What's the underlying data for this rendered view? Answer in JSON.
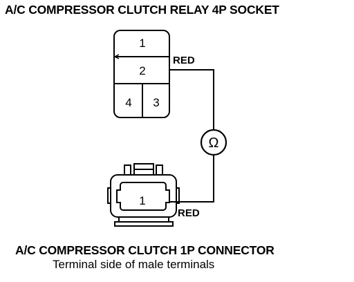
{
  "relay_socket": {
    "title": "A/C COMPRESSOR CLUTCH RELAY 4P SOCKET",
    "pins": [
      "1",
      "2",
      "3",
      "4"
    ],
    "wire_label": "RED"
  },
  "meter": {
    "symbol": "Ω"
  },
  "clutch_connector": {
    "title": "A/C COMPRESSOR CLUTCH 1P CONNECTOR",
    "subtitle": "Terminal side of male terminals",
    "pin": "1",
    "wire_label": "RED"
  }
}
